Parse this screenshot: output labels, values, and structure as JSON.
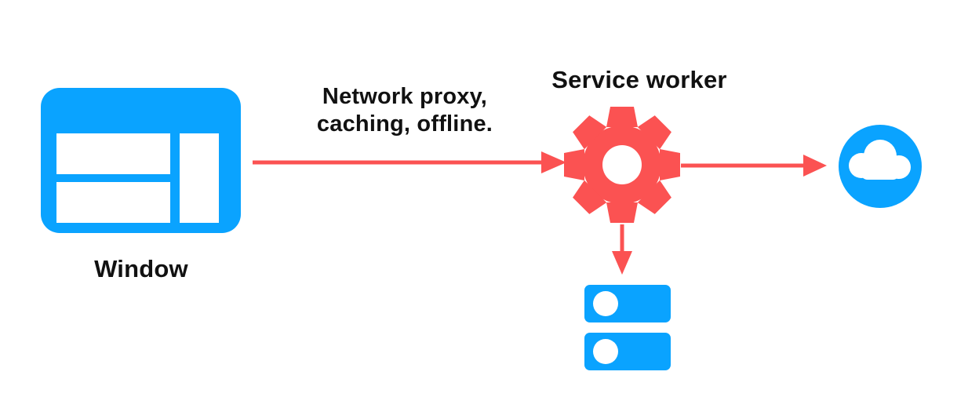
{
  "diagram": {
    "title": "Service worker network proxy diagram",
    "background_color": "#ffffff",
    "colors": {
      "blue": "#0AA3FF",
      "red": "#FB5252",
      "text": "#111111",
      "white": "#ffffff"
    },
    "nodes": [
      {
        "id": "window",
        "label": "Window",
        "icon": "browser-window-icon",
        "icon_color": "#0AA3FF",
        "shape": "rounded-rectangle"
      },
      {
        "id": "service-worker",
        "label": "Service worker",
        "icon": "gear-icon",
        "icon_color": "#FB5252",
        "shape": "gear"
      },
      {
        "id": "network-cloud",
        "label": "",
        "icon": "cloud-icon",
        "icon_color": "#0AA3FF",
        "shape": "circle"
      },
      {
        "id": "cache-storage",
        "label": "",
        "icon": "server-storage-icon",
        "icon_color": "#0AA3FF",
        "shape": "stacked-bars"
      }
    ],
    "edges": [
      {
        "id": "window-to-service-worker",
        "from": "window",
        "to": "service-worker",
        "color": "#FB5252",
        "direction": "right",
        "annotation_line_1": "Network proxy,",
        "annotation_line_2": "caching, offline."
      },
      {
        "id": "service-worker-to-cloud",
        "from": "service-worker",
        "to": "network-cloud",
        "color": "#FB5252",
        "direction": "right",
        "annotation_line_1": "",
        "annotation_line_2": ""
      },
      {
        "id": "service-worker-to-storage",
        "from": "service-worker",
        "to": "cache-storage",
        "color": "#FB5252",
        "direction": "down",
        "annotation_line_1": "",
        "annotation_line_2": ""
      }
    ]
  }
}
